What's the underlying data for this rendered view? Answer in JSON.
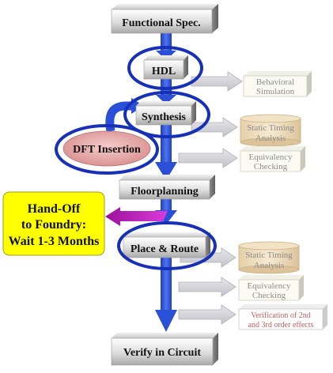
{
  "flow": {
    "functional_spec": "Functional Spec.",
    "hdl": "HDL",
    "synthesis": "Synthesis",
    "dft_insertion": "DFT Insertion",
    "floorplanning": "Floorplanning",
    "place_route": "Place & Route",
    "verify": "Verify in Circuit"
  },
  "side": {
    "behavioral_1": "Behavioral",
    "behavioral_2": "Simulation",
    "sta1_1": "Static Timing",
    "sta1_2": "Analysis",
    "eq1_1": "Equivalency",
    "eq1_2": "Checking",
    "sta2_1": "Static Timing",
    "sta2_2": "Analysis",
    "eq2_1": "Equivalency",
    "eq2_2": "Checking",
    "verif_1": "Verification of 2nd",
    "verif_2": "and 3rd order effects"
  },
  "handoff": {
    "line1": "Hand-Off",
    "line2": "to Foundry:",
    "line3": "Wait 1-3 Months"
  },
  "colors": {
    "arrow_blue": "#2b4fd6",
    "ring_blue": "#1630b8",
    "handoff_yellow": "#ffff00",
    "handoff_arrow": "#c21cc2",
    "dft_pink": "#e6a8a8",
    "cylinder_tan": "#ecd6b4"
  }
}
